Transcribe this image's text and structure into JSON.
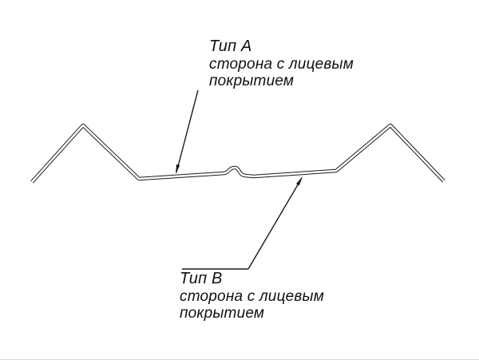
{
  "diagram": {
    "title": "profile-cross-section",
    "colors": {
      "line": "#1a1a1a",
      "background": "#ffffff"
    },
    "label_a": {
      "title": "Тип A",
      "line1": "сторона с лицевым",
      "line2": "покрытием"
    },
    "label_b": {
      "title": "Тип B",
      "line1": "сторона с лицевым",
      "line2": "покрытием"
    }
  }
}
